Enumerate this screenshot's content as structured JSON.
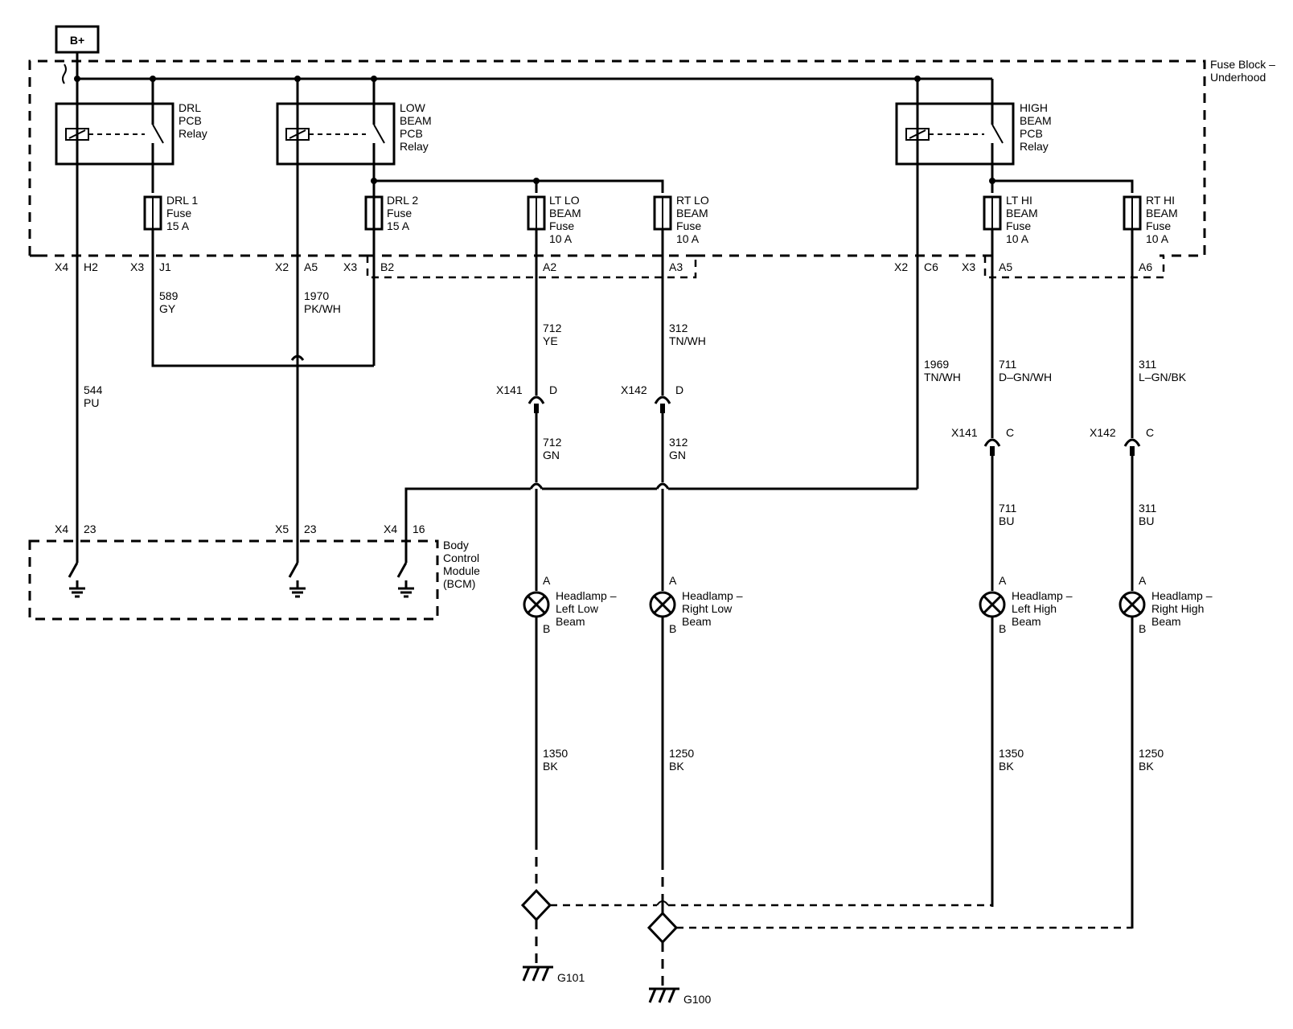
{
  "supply": {
    "label": "B+"
  },
  "fuse_block": {
    "label_1": "Fuse Block –",
    "label_2": "Underhood"
  },
  "bcm": {
    "label_1": "Body",
    "label_2": "Control",
    "label_3": "Module",
    "label_4": "(BCM)"
  },
  "relays": {
    "drl": [
      "DRL",
      "PCB",
      "Relay"
    ],
    "low": [
      "LOW",
      "BEAM",
      "PCB",
      "Relay"
    ],
    "high": [
      "HIGH",
      "BEAM",
      "PCB",
      "Relay"
    ]
  },
  "fuses": {
    "drl1": [
      "DRL 1",
      "Fuse",
      "15 A"
    ],
    "drl2": [
      "DRL 2",
      "Fuse",
      "15 A"
    ],
    "ltlo": [
      "LT LO",
      "BEAM",
      "Fuse",
      "10 A"
    ],
    "rtlo": [
      "RT LO",
      "BEAM",
      "Fuse",
      "10 A"
    ],
    "lthi": [
      "LT HI",
      "BEAM",
      "Fuse",
      "10 A"
    ],
    "rthi": [
      "RT HI",
      "BEAM",
      "Fuse",
      "10 A"
    ]
  },
  "pins": {
    "x4": "X4",
    "h2": "H2",
    "x3a": "X3",
    "j1": "J1",
    "x2a": "X2",
    "a5a": "A5",
    "x3b": "X3",
    "b2": "B2",
    "a2": "A2",
    "a3": "A3",
    "x2b": "X2",
    "c6": "C6",
    "x3c": "X3",
    "a5b": "A5",
    "a6": "A6",
    "bcm_x4a": "X4",
    "bcm_23a": "23",
    "bcm_x5": "X5",
    "bcm_23b": "23",
    "bcm_x4b": "X4",
    "bcm_16": "16"
  },
  "wires": {
    "w589": [
      "589",
      "GY"
    ],
    "w1970": [
      "1970",
      "PK/WH"
    ],
    "w544": [
      "544",
      "PU"
    ],
    "w712a": [
      "712",
      "YE"
    ],
    "w312a": [
      "312",
      "TN/WH"
    ],
    "w1969": [
      "1969",
      "TN/WH"
    ],
    "w711a": [
      "711",
      "D–GN/WH"
    ],
    "w311a": [
      "311",
      "L–GN/BK"
    ],
    "w712b": [
      "712",
      "GN"
    ],
    "w312b": [
      "312",
      "GN"
    ],
    "w711b": [
      "711",
      "BU"
    ],
    "w311b": [
      "311",
      "BU"
    ],
    "w1350a": [
      "1350",
      "BK"
    ],
    "w1250a": [
      "1250",
      "BK"
    ],
    "w1350b": [
      "1350",
      "BK"
    ],
    "w1250b": [
      "1250",
      "BK"
    ]
  },
  "connectors": {
    "c1": {
      "name": "X141",
      "pin": "D"
    },
    "c2": {
      "name": "X142",
      "pin": "D"
    },
    "c3": {
      "name": "X141",
      "pin": "C"
    },
    "c4": {
      "name": "X142",
      "pin": "C"
    }
  },
  "lamps": {
    "ll": {
      "pin_a": "A",
      "pin_b": "B",
      "label": [
        "Headlamp –",
        "Left Low",
        "Beam"
      ]
    },
    "rl": {
      "pin_a": "A",
      "pin_b": "B",
      "label": [
        "Headlamp –",
        "Right Low",
        "Beam"
      ]
    },
    "lh": {
      "pin_a": "A",
      "pin_b": "B",
      "label": [
        "Headlamp –",
        "Left High",
        "Beam"
      ]
    },
    "rh": {
      "pin_a": "A",
      "pin_b": "B",
      "label": [
        "Headlamp –",
        "Right High",
        "Beam"
      ]
    }
  },
  "grounds": {
    "g101": "G101",
    "g100": "G100"
  }
}
